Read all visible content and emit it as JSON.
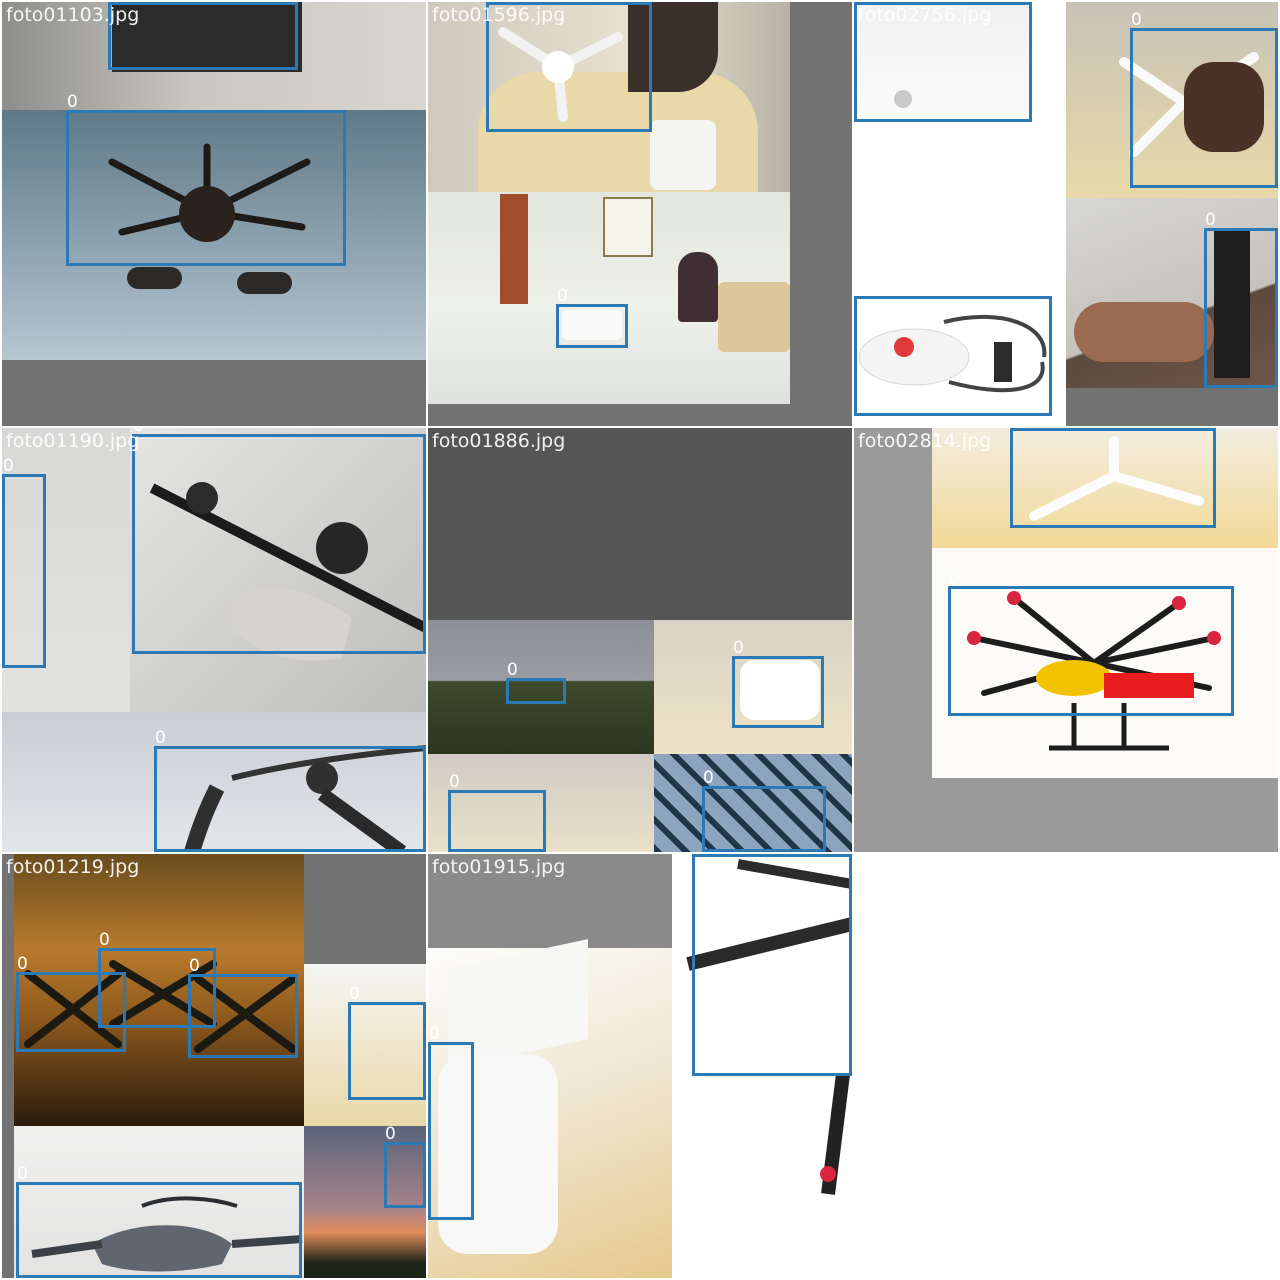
{
  "mosaic": {
    "tiles": [
      {
        "filename": "foto01103.jpg",
        "labels": [
          "0",
          "0"
        ]
      },
      {
        "filename": "foto01596.jpg",
        "labels": [
          "0"
        ]
      },
      {
        "filename": "foto02756.jpg",
        "labels": [
          "0",
          "0",
          "0"
        ]
      },
      {
        "filename": "foto01190.jpg",
        "labels": [
          "0",
          "0",
          "0"
        ]
      },
      {
        "filename": "foto01886.jpg",
        "labels": [
          "0",
          "0",
          "0",
          "0"
        ]
      },
      {
        "filename": "foto02814.jpg",
        "labels": [
          "0",
          "0"
        ]
      },
      {
        "filename": "foto01219.jpg",
        "labels": [
          "0",
          "0",
          "0",
          "0",
          "0",
          "0"
        ]
      },
      {
        "filename": "foto01915.jpg",
        "labels": [
          "0",
          "0"
        ]
      }
    ]
  },
  "colors": {
    "box": "#2b79b5",
    "padding_gray": "#727272",
    "label_text": "#ffffff"
  }
}
